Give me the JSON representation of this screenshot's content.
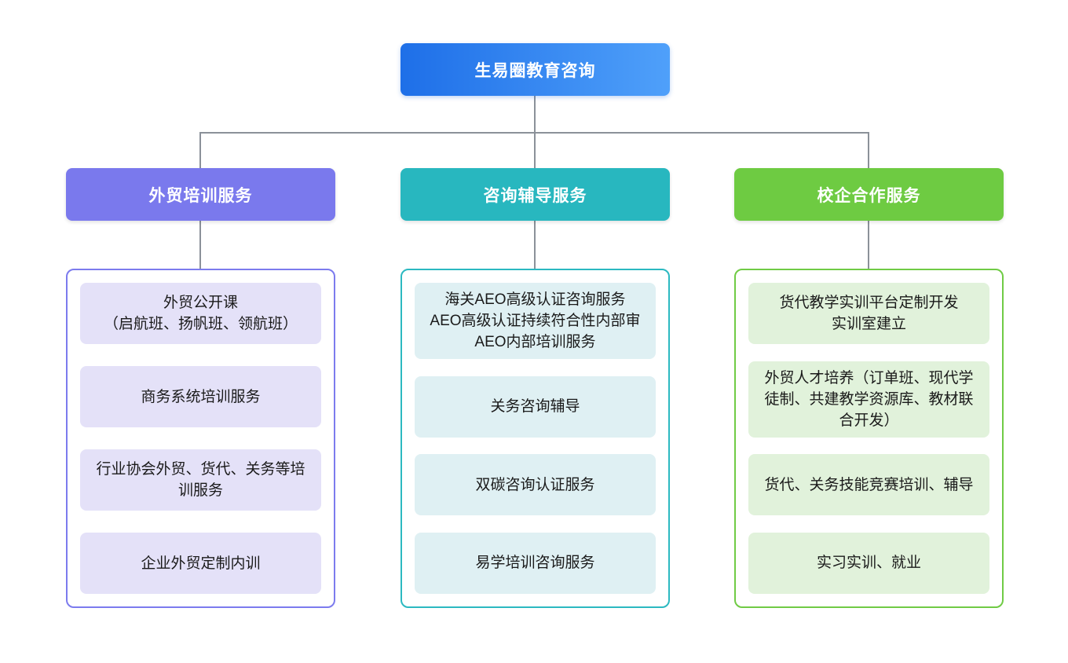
{
  "palette": {
    "canvas_bg": "#FFFFFF",
    "connector": "#8B9199",
    "item_text": "#1A1A1A",
    "header_text": "#FFFFFF"
  },
  "root": {
    "label": "生易圈教育咨询",
    "gradient_start": "#1E6FE8",
    "gradient_end": "#4FA0FA"
  },
  "branches": [
    {
      "label": "外贸培训服务",
      "theme": {
        "header_bg": "#7A79ED",
        "container_border": "#7C7BEE",
        "item_bg": "#E4E1F8"
      },
      "items": [
        "外贸公开课\n（启航班、扬帆班、领航班）",
        "商务系统培训服务",
        "行业协会外贸、货代、关务等培\n训服务",
        "企业外贸定制内训"
      ]
    },
    {
      "label": "咨询辅导服务",
      "theme": {
        "header_bg": "#28B7BF",
        "container_border": "#2CB9C1",
        "item_bg": "#DFF0F3"
      },
      "items": [
        "海关AEO高级认证咨询服务\nAEO高级认证持续符合性内部审\nAEO内部培训服务",
        "关务咨询辅导",
        "双碳咨询认证服务",
        "易学培训咨询服务"
      ]
    },
    {
      "label": "校企合作服务",
      "theme": {
        "header_bg": "#6ECB42",
        "container_border": "#70CB45",
        "item_bg": "#E1F2DB"
      },
      "items": [
        "货代教学实训平台定制开发\n实训室建立",
        "外贸人才培养（订单班、现代学\n徒制、共建教学资源库、教材联\n合开发）",
        "货代、关务技能竞赛培训、辅导",
        "实习实训、就业"
      ]
    }
  ]
}
